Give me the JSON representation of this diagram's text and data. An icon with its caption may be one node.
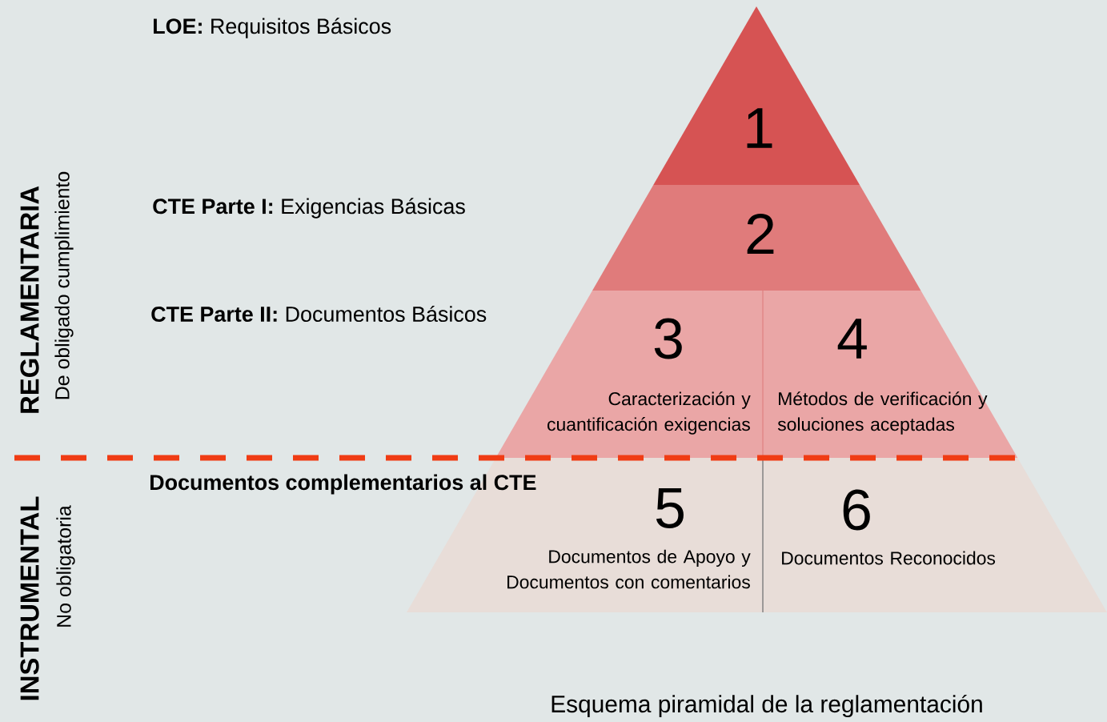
{
  "diagram": {
    "caption": "Esquema piramidal de la reglamentación",
    "nodes": [
      {
        "text": [
          "1"
        ]
      },
      {
        "text": [
          "2"
        ]
      },
      {
        "text": [
          "3",
          "Caracterización y cuantificación exigencias"
        ]
      },
      {
        "text": [
          "4",
          "Métodos de verificación y soluciones aceptadas"
        ]
      },
      {
        "text": [
          "5",
          "Documentos de Apoyo y Documentos con comentarios"
        ]
      },
      {
        "text": [
          "6",
          "Documentos Reconocidos"
        ]
      }
    ],
    "labels": [
      "**LOE:** Requisitos Básicos",
      "REGLAMENTARIA",
      "De obligado cumplimiento",
      "**CTE Parte I:** Exigencias Básicas",
      "**CTE Parte II:** Documentos Básicos",
      "Documentos complementarios al CTE",
      "INSTRUMENTAL",
      "No obligatoria"
    ]
  }
}
